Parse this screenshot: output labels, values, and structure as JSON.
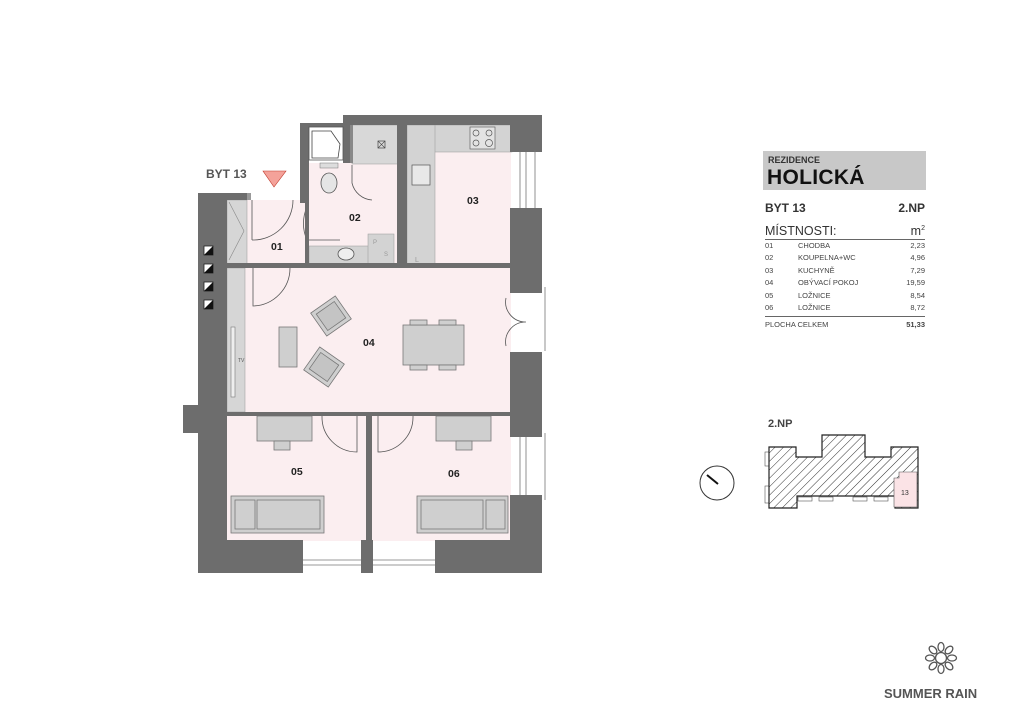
{
  "header": {
    "subtitle": "REZIDENCE",
    "title": "HOLICKÁ"
  },
  "apartment": {
    "name": "BYT 13",
    "floor": "2.NP"
  },
  "rooms_header": {
    "label": "MÍSTNOSTI:",
    "unit": "m",
    "unit_sup": "2"
  },
  "rooms": [
    {
      "no": "01",
      "name": "CHODBA",
      "area": "2,23"
    },
    {
      "no": "02",
      "name": "KOUPELNA+WC",
      "area": "4,96"
    },
    {
      "no": "03",
      "name": "KUCHYNĚ",
      "area": "7,29"
    },
    {
      "no": "04",
      "name": "OBÝVACÍ POKOJ",
      "area": "19,59"
    },
    {
      "no": "05",
      "name": "LOŽNICE",
      "area": "8,54"
    },
    {
      "no": "06",
      "name": "LOŽNICE",
      "area": "8,72"
    }
  ],
  "total": {
    "label": "PLOCHA CELKEM",
    "area": "51,33"
  },
  "plan": {
    "apartment_label": "BYT 13",
    "room_labels": [
      "01",
      "02",
      "03",
      "04",
      "05",
      "06"
    ],
    "tv_label": "TV",
    "fixture_labels": {
      "p": "P",
      "s": "S",
      "l": "L"
    }
  },
  "key_plan": {
    "floor": "2.NP",
    "unit": "13"
  },
  "brand": {
    "name": "SUMMER RAIN"
  },
  "colors": {
    "wall": "#6d6d6d",
    "room": "#fbeef0",
    "furniture": "#cfcfcf",
    "entry_marker": "#f4a29a",
    "header_bg": "#c8c8c8"
  }
}
